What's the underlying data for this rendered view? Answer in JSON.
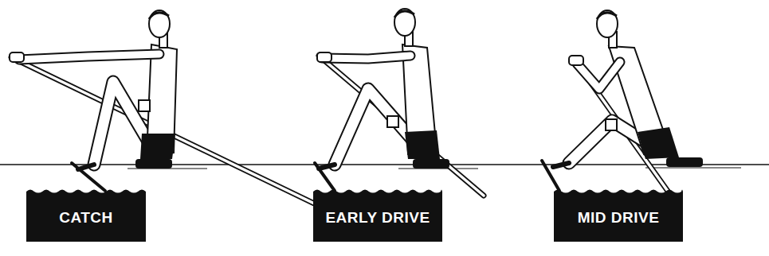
{
  "diagram": {
    "nodes": [
      {
        "text": [
          "CATCH"
        ]
      },
      {
        "text": [
          "EARLY DRIVE"
        ]
      },
      {
        "text": [
          "MID DRIVE"
        ]
      }
    ]
  }
}
